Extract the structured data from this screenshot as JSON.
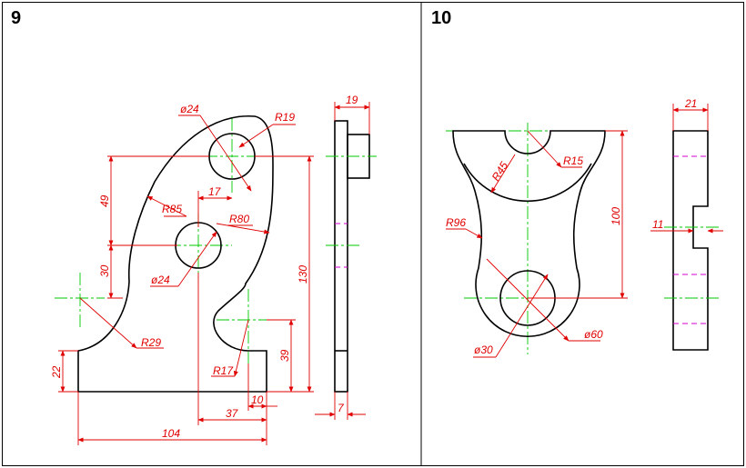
{
  "panels": [
    {
      "number": "9",
      "dimensions": {
        "d24_top": "ø24",
        "r19": "R19",
        "r85": "R85",
        "d17": "17",
        "r80": "R80",
        "d49": "49",
        "d30": "30",
        "d24_mid": "ø24",
        "d130": "130",
        "r29": "R29",
        "d22": "22",
        "r17": "R17",
        "d39": "39",
        "d10": "10",
        "d37": "37",
        "d104": "104",
        "d19": "19",
        "d7": "7"
      }
    },
    {
      "number": "10",
      "dimensions": {
        "r15": "R15",
        "r45": "R45",
        "d100": "100",
        "r96": "R96",
        "d21": "21",
        "d11": "11",
        "d30": "ø30",
        "d60": "ø60"
      }
    }
  ],
  "colors": {
    "object_line": "#000000",
    "dimension_line": "#e00000",
    "center_line": "#00c800",
    "hidden_line": "#d000d0"
  }
}
